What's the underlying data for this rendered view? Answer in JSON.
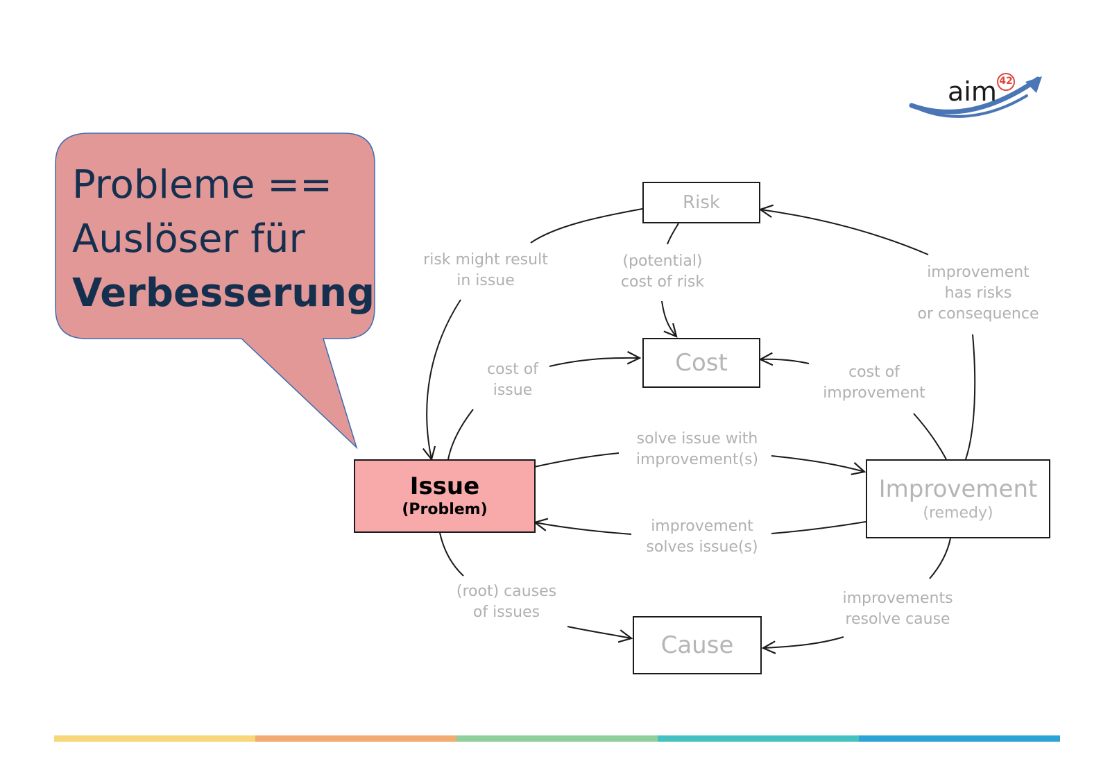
{
  "callout": {
    "line1": "Probleme ==",
    "line2": "Auslöser für",
    "line3": "Verbesserung"
  },
  "logo": {
    "text": "aim",
    "superscript": "42"
  },
  "nodes": {
    "risk": "Risk",
    "cost": "Cost",
    "issue": "Issue",
    "issue_sub": "(Problem)",
    "improvement": "Improvement",
    "improvement_sub": "(remedy)",
    "cause": "Cause"
  },
  "edges": {
    "risk_to_issue": [
      "risk might result",
      "in issue"
    ],
    "risk_to_cost": [
      "(potential)",
      "cost of risk"
    ],
    "improvement_to_risk": [
      "improvement",
      "has risks",
      "or consequence"
    ],
    "issue_to_cost": [
      "cost of",
      "issue"
    ],
    "improvement_to_cost": [
      "cost of",
      "improvement"
    ],
    "issue_to_improvement": [
      "solve issue with",
      "improvement(s)"
    ],
    "improvement_to_issue": [
      "improvement",
      "solves issue(s)"
    ],
    "issue_to_cause": [
      "(root) causes",
      "of issues"
    ],
    "improvement_to_cause": [
      "improvements",
      "resolve cause"
    ]
  },
  "colors": {
    "bubble_fill": "#e29896",
    "bubble_stroke": "#3d6bb0",
    "callout_text": "#15304f",
    "issue_fill": "#f8a9a9",
    "muted_text": "#b0b0b0",
    "logo_arrow": "#4a76b5",
    "logo_circle": "#e0443c",
    "footer_bar": [
      "#f7d77a",
      "#f2ab72",
      "#8ecf9c",
      "#44c1c0",
      "#2ba3d4"
    ]
  }
}
